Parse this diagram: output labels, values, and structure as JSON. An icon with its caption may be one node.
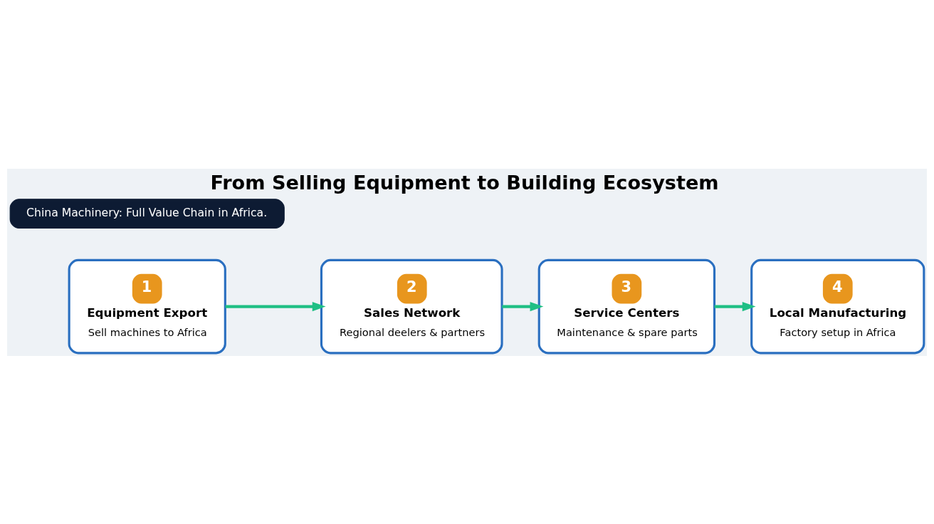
{
  "diagram": {
    "title": "From Selling Equipment to Building Ecosystem",
    "nodes": [
      {
        "text": [
          "1",
          "Equipment Export",
          "Sell machines to Africa"
        ]
      },
      {
        "text": [
          "2",
          "Sales Network",
          "Regional deelers & partners"
        ]
      },
      {
        "text": [
          "3",
          "Service Centers",
          "Maintenance & spare parts"
        ]
      },
      {
        "text": [
          "4",
          "Local Manufacturing",
          "Factory setup in Africa"
        ]
      },
      {
        "text": [
          "China Machinery: Full Value Chain in Africa."
        ]
      }
    ],
    "edges": [
      {
        "from": 0,
        "to": 1,
        "arrow": "to"
      },
      {
        "from": 1,
        "to": 2,
        "arrow": "to"
      },
      {
        "from": 2,
        "to": 3,
        "arrow": "to"
      }
    ]
  }
}
